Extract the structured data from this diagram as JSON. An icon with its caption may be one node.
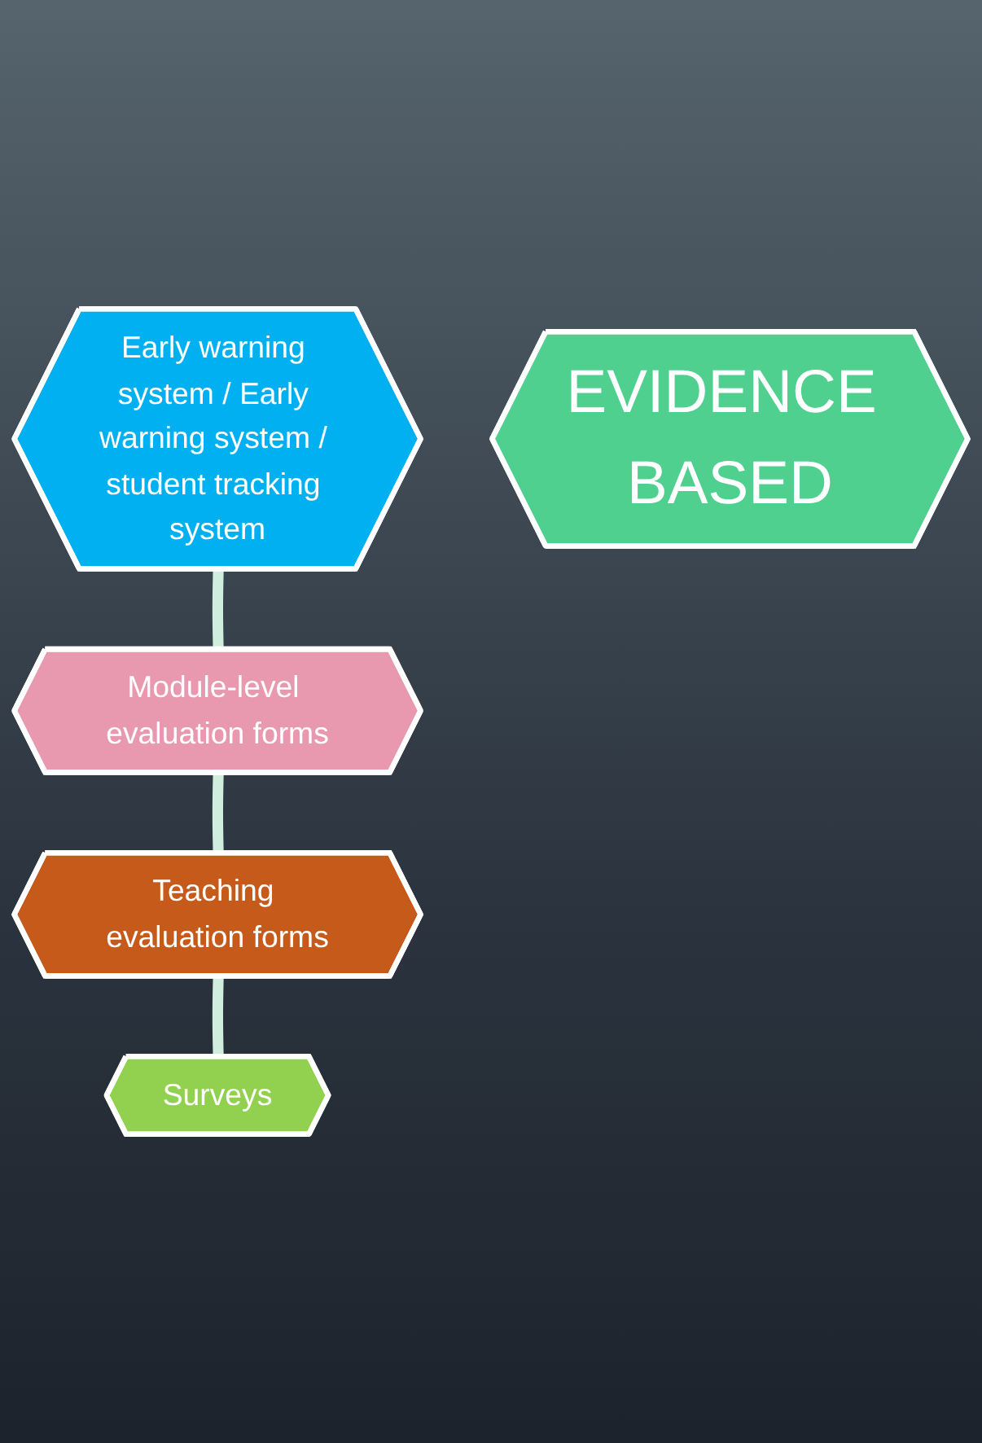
{
  "diagram": {
    "nodes": [
      {
        "text": [
          "Early warning system / Early warning system / student tracking system"
        ]
      },
      {
        "text": [
          "Module-level evaluation forms"
        ]
      },
      {
        "text": [
          "EVIDENCE BASED"
        ]
      },
      {
        "text": [
          "Teaching evaluation forms"
        ]
      },
      {
        "text": [
          "Surveys"
        ]
      }
    ],
    "edges": [
      {
        "from": 0,
        "to": 1,
        "arrow": "none"
      },
      {
        "from": 1,
        "to": 3,
        "arrow": "none"
      },
      {
        "from": 3,
        "to": 4,
        "arrow": "none"
      }
    ]
  }
}
